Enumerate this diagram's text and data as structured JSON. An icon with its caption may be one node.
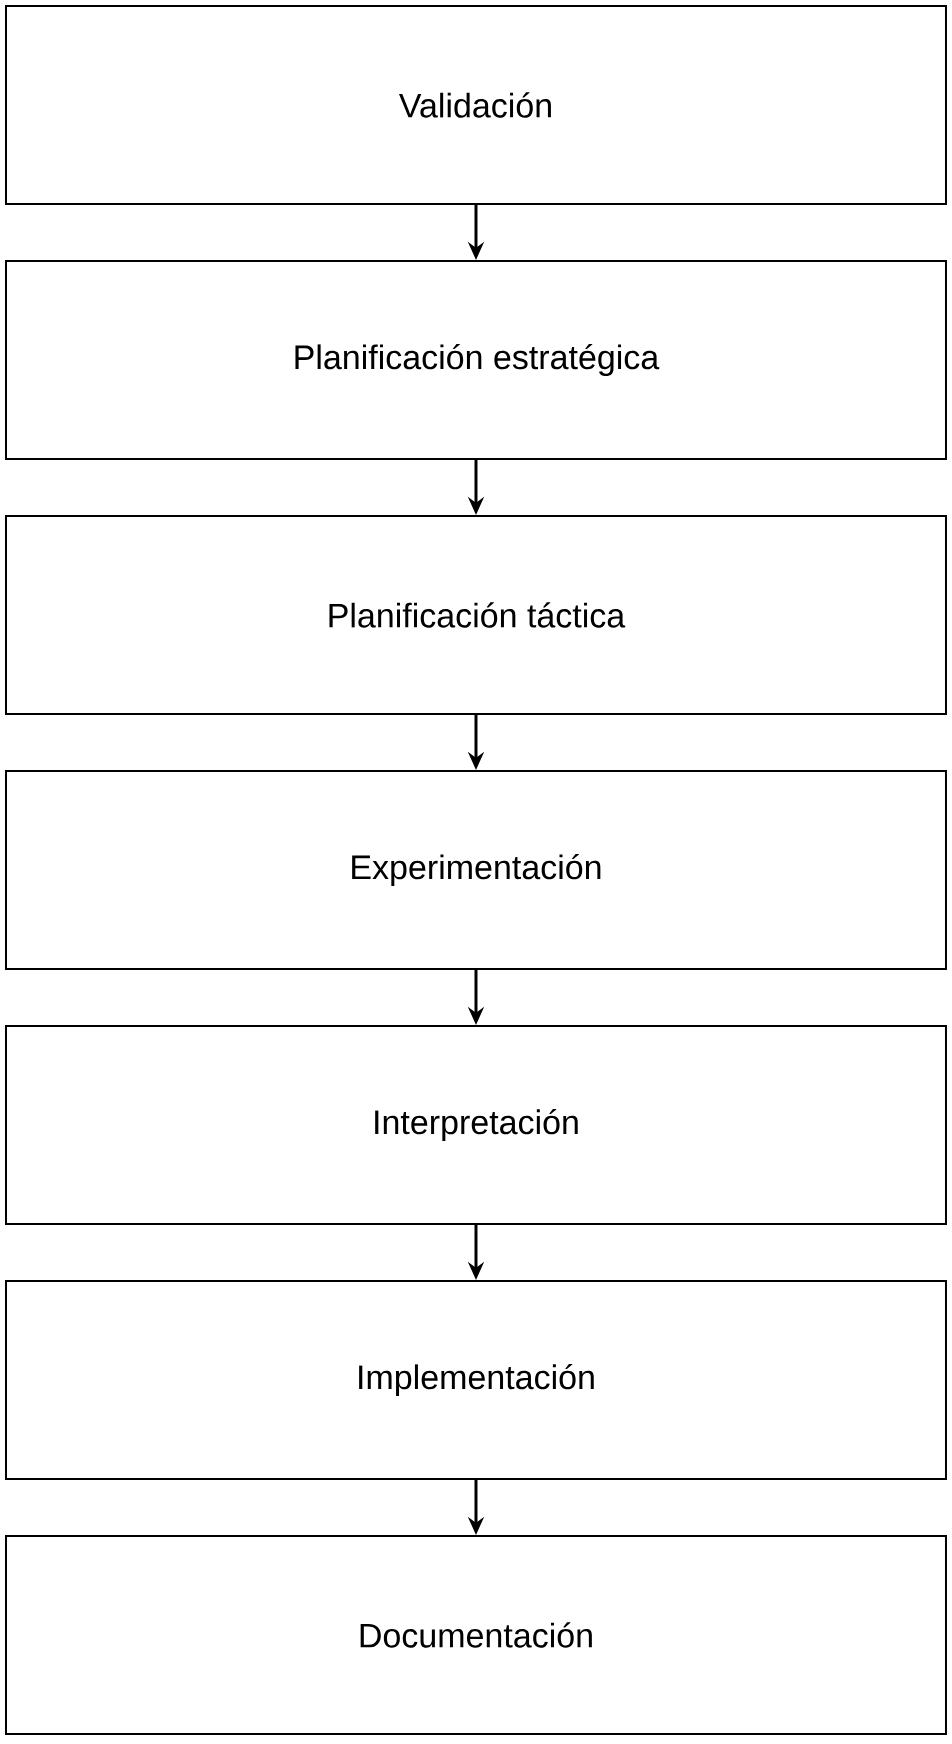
{
  "diagram": {
    "nodes": [
      {
        "text": [
          "Validación"
        ]
      },
      {
        "text": [
          "Planificación estratégica"
        ]
      },
      {
        "text": [
          "Planificación táctica"
        ]
      },
      {
        "text": [
          "Experimentación"
        ]
      },
      {
        "text": [
          "Interpretación"
        ]
      },
      {
        "text": [
          "Implementación"
        ]
      },
      {
        "text": [
          "Documentación"
        ]
      }
    ],
    "edges": [
      {
        "from": 0,
        "to": 1,
        "arrow": "to"
      },
      {
        "from": 1,
        "to": 2,
        "arrow": "to"
      },
      {
        "from": 2,
        "to": 3,
        "arrow": "to"
      },
      {
        "from": 3,
        "to": 4,
        "arrow": "to"
      },
      {
        "from": 4,
        "to": 5,
        "arrow": "to"
      },
      {
        "from": 5,
        "to": 6,
        "arrow": "to"
      }
    ]
  }
}
